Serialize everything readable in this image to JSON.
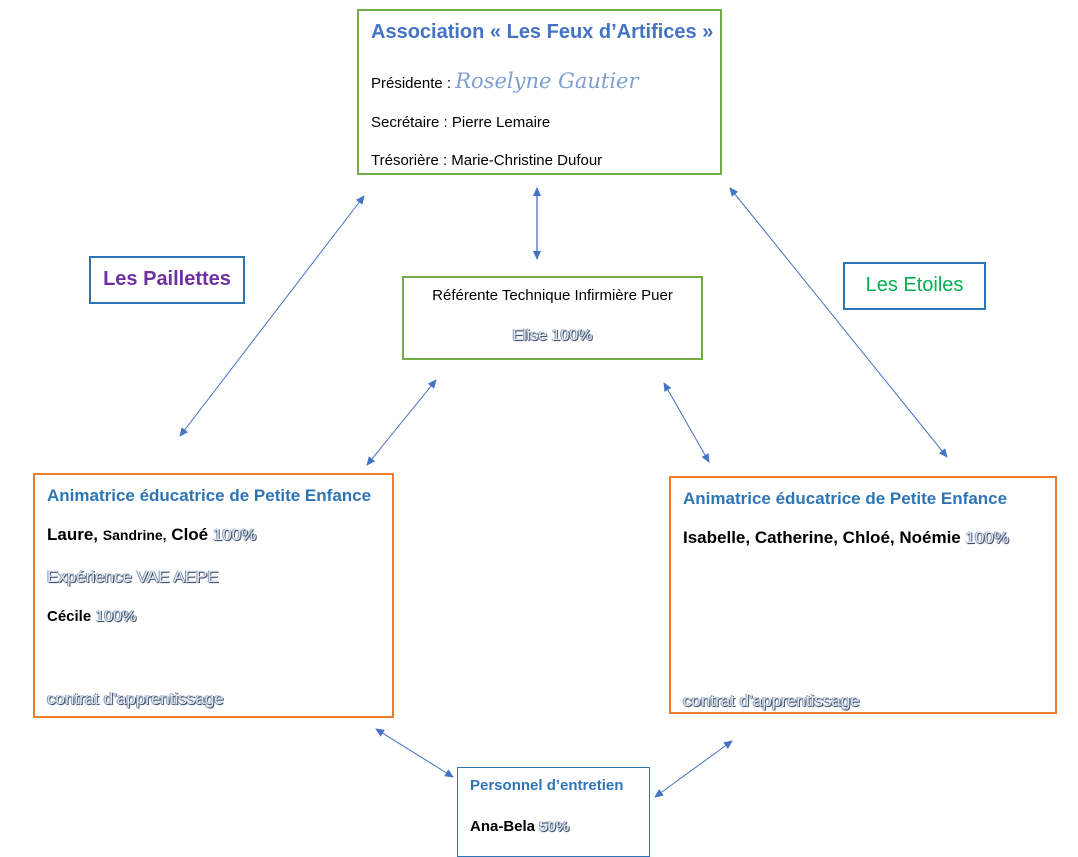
{
  "association": {
    "title": "Association « Les Feux d’Artifices »",
    "president_label": "Présidente :",
    "president_name": "Roselyne Gautier",
    "secretary": "Secrétaire : Pierre Lemaire",
    "treasurer": "Trésorière : Marie-Christine Dufour"
  },
  "referent": {
    "title": "Référente Technique Infirmière Puer",
    "name_pct": "Elise 100%"
  },
  "labels": {
    "paillettes": "Les Paillettes",
    "etoiles": "Les Etoiles"
  },
  "colors": {
    "green_border": "#70ad47",
    "orange_border": "#ed7d31",
    "blue": "#2e75b6",
    "paillettes_text": "#7030a0",
    "etoiles_text": "#00b050",
    "arrow": "#4472c4"
  },
  "team_left": {
    "title": "Animatrice éducatrice de Petite Enfance",
    "name1": "Laure,",
    "name2": "Sandrine,",
    "name3": "Cloé",
    "pct": "100%",
    "experience": "Expérience VAE AEPE",
    "name4": "Cécile",
    "pct2": "100%",
    "contract": "contrat d’apprentissage"
  },
  "team_right": {
    "title": "Animatrice éducatrice de Petite Enfance",
    "names": "Isabelle, Catherine, Chloé, Noémie",
    "pct": "100%",
    "contract": "contrat d’apprentissage"
  },
  "maintenance": {
    "title": "Personnel d’entretien",
    "name": "Ana-Bela",
    "pct": "50%"
  }
}
